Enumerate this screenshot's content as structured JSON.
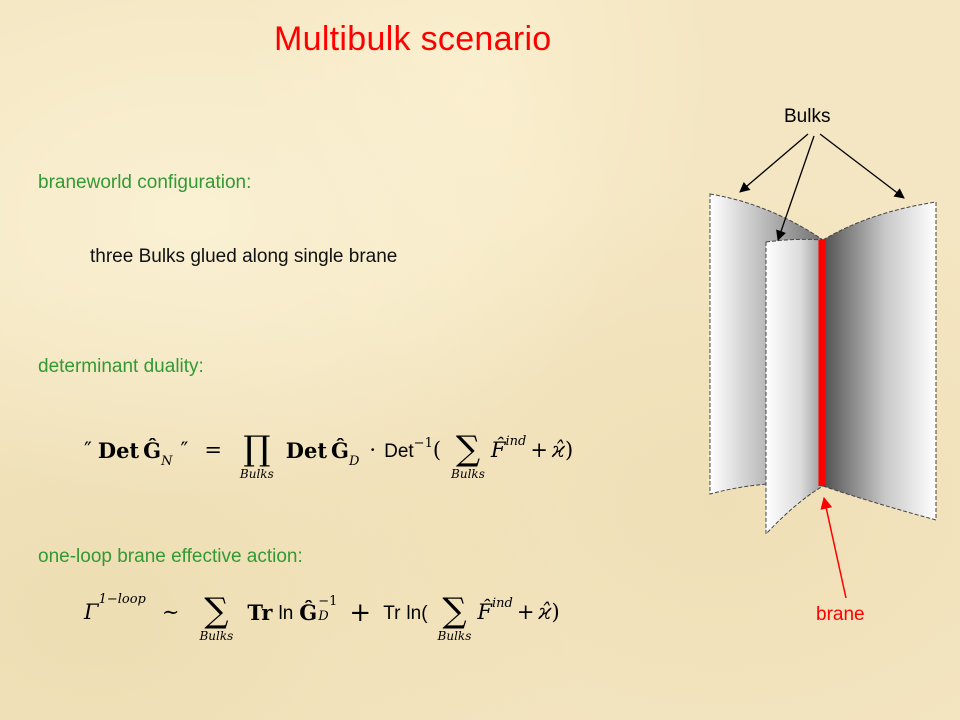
{
  "slide": {
    "title": "Multibulk scenario",
    "section1_heading": "braneworld configuration:",
    "section1_text": "three Bulks glued along single brane",
    "section2_heading": "determinant duality:",
    "section3_heading": "one-loop brane effective action:"
  },
  "formula1": {
    "lhs_open": "″",
    "lhs_det": "Det",
    "lhs_g": "Ĝ",
    "lhs_sub": "N",
    "lhs_close": "″",
    "eq": "=",
    "prod": "∏",
    "prod_lim": "Bulks",
    "det": "Det",
    "g": "Ĝ",
    "g_sub": "D",
    "dot": "·",
    "det2": "Det",
    "det2_sup": "−1",
    "paren_open": "(",
    "sum": "∑",
    "sum_lim": "Bulks",
    "f": "F̂",
    "f_sup": "ind",
    "plus": "+",
    "kappa": "ϰ̂",
    "paren_close": ")"
  },
  "formula2": {
    "gamma": "Γ",
    "gamma_sup": "1−loop",
    "sim": "∼",
    "sum1": "∑",
    "sum1_lim": "Bulks",
    "tr": "Tr",
    "ln": "ln",
    "g": "Ĝ",
    "g_sup": "−1",
    "g_sub": "D",
    "plus": "+",
    "tr2": "Tr",
    "ln2": "ln(",
    "sum2": "∑",
    "sum2_lim": "Bulks",
    "f": "F̂",
    "f_sup": "ind",
    "plus2": "+",
    "kappa": "ϰ̂",
    "paren_close": ")"
  },
  "diagram": {
    "bulks_label": "Bulks",
    "brane_label": "brane",
    "brane_color": "#ff0000",
    "label_color": "#339933",
    "title_color": "#ff0000"
  }
}
